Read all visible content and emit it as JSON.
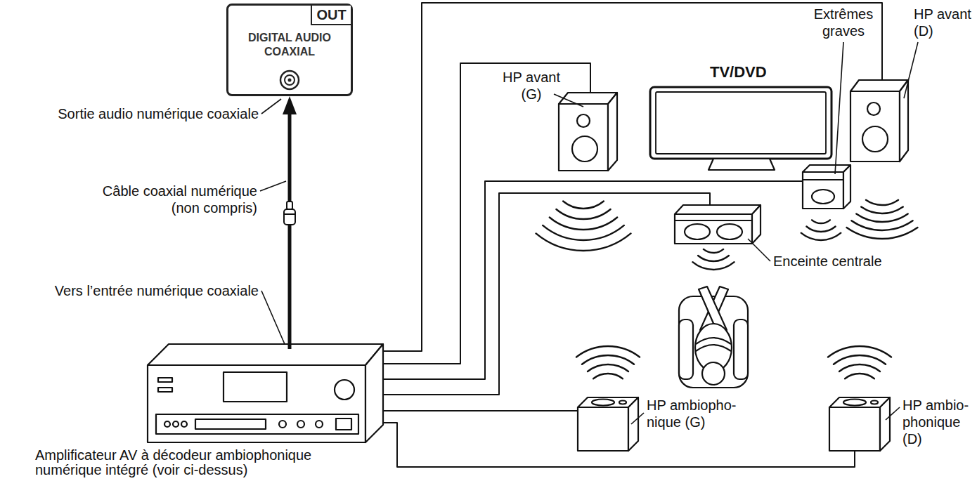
{
  "diagram": {
    "nodes": [
      {
        "text": [
          "OUT",
          "DIGITAL AUDIO COAXIAL"
        ]
      },
      {
        "text": [
          "Amplificateur AV à décodeur ambiophonique numérique intégré (voir ci-dessus)"
        ]
      }
    ],
    "edges": [
      {
        "from": 1,
        "to": 0,
        "arrow": "to"
      }
    ],
    "labels": [
      "Sortie audio numérique coaxiale",
      "Câble coaxial numérique (non compris)",
      "Vers l’entrée numérique coaxiale",
      "HP avant (G)",
      "TV/DVD",
      "Extrêmes graves",
      "HP avant (D)",
      "Enceinte centrale",
      "HP ambiopho- nique (G)",
      "HP ambio- phonique (D)"
    ]
  }
}
